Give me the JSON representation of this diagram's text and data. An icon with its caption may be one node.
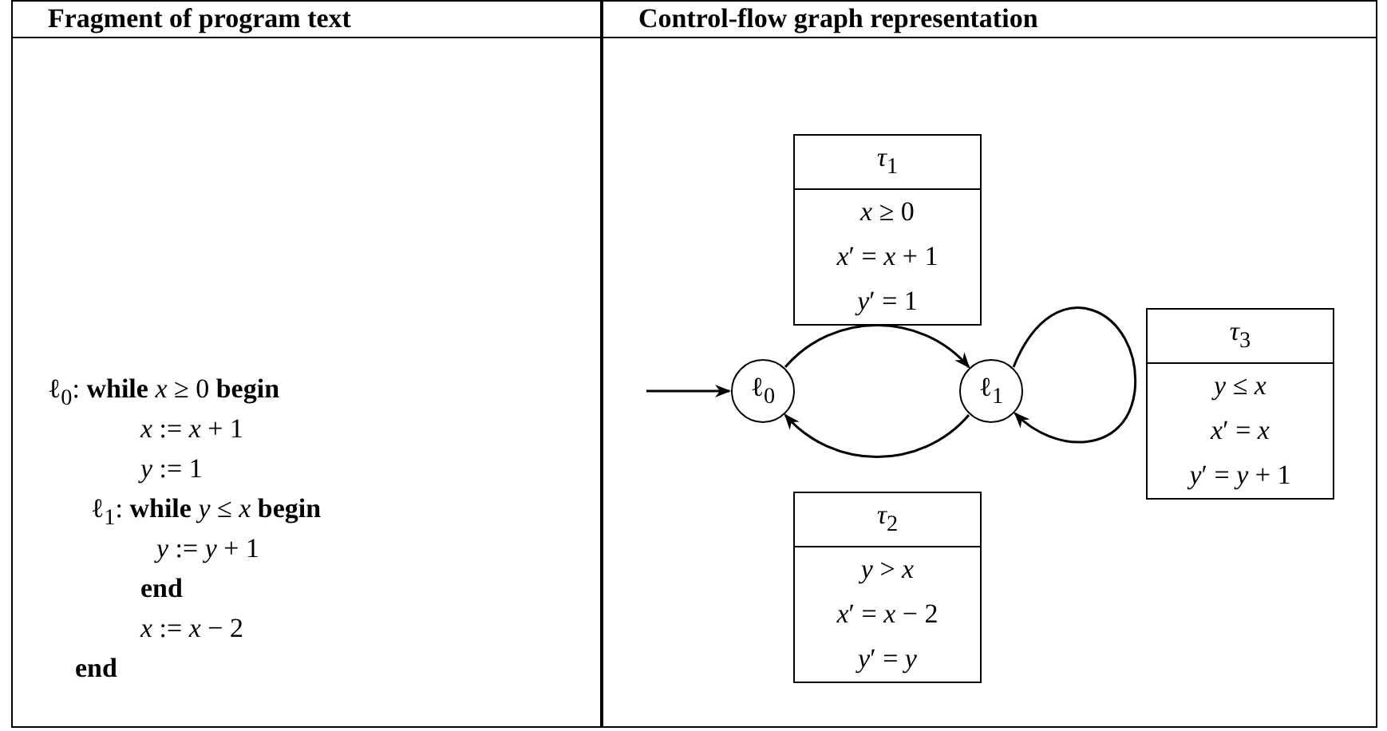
{
  "diagram": {
    "nodes": [
      {
        "text": [
          "*τ*$_{1}$",
          "*x* ≥ 0",
          "*x*′ = *x* + 1",
          "*y*′ = 1"
        ]
      },
      {
        "text": [
          "*τ*$_{3}$",
          "*y* ≤ *x*",
          "*x*′ = *x*",
          "*y*′ = *y* + 1"
        ]
      },
      {
        "text": [
          "ℓ$_{0}$"
        ]
      },
      {
        "text": [
          "ℓ$_{1}$"
        ]
      },
      {
        "text": [
          "*τ*$_{2}$",
          "*y* > *x*",
          "*x*′ = *x* − 2",
          "*y*′ = *y*"
        ]
      }
    ],
    "edges": [
      {
        "from": null,
        "to": 2,
        "arrow": "to"
      },
      {
        "from": 2,
        "to": 3,
        "arrow": "to"
      },
      {
        "from": 3,
        "to": 2,
        "arrow": "to"
      },
      {
        "from": 3,
        "to": 3,
        "arrow": "to"
      }
    ],
    "labels": [
      "Fragment of program text",
      "Control-flow graph representation",
      "ℓ$_{0}$: **while** *x* ≥ 0 **begin**",
      "*x* := *x* + 1",
      "*y* := 1",
      "ℓ$_{1}$: **while** *y* ≤ *x* **begin**",
      "*y* := *y* + 1",
      "end",
      "*x* := *x* − 2",
      "end"
    ]
  }
}
